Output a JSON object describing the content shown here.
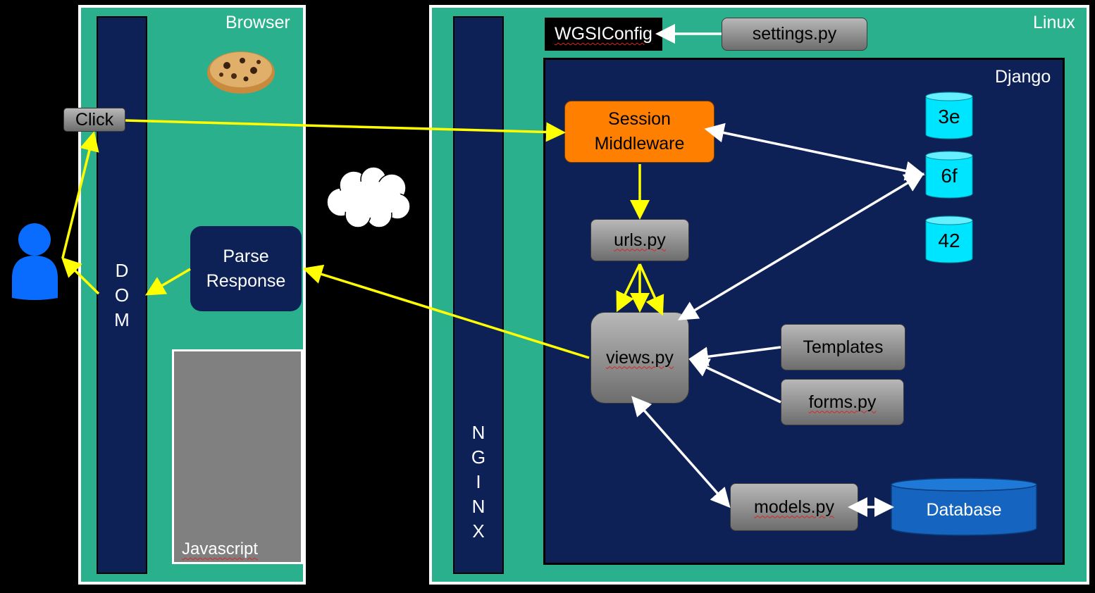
{
  "browser": {
    "label": "Browser",
    "dom_letters": [
      "D",
      "O",
      "M"
    ],
    "click_label": "Click",
    "parse_response_label": "Parse\nResponse",
    "javascript_label": "Javascript"
  },
  "linux": {
    "label": "Linux",
    "nginx_letters": [
      "N",
      "G",
      "I",
      "N",
      "X"
    ],
    "wsgi_config_label": "WGSIConfig",
    "settings_label": "settings.py",
    "django": {
      "label": "Django",
      "session_middleware_label": "Session\nMiddleware",
      "urls_label": "urls.py",
      "views_label": "views.py",
      "templates_label": "Templates",
      "forms_label": "forms.py",
      "models_label": "models.py",
      "database_label": "Database",
      "session_stores": [
        "3e",
        "6f",
        "42"
      ]
    }
  },
  "colors": {
    "panel_green": "#2bb08e",
    "navy": "#0d2157",
    "orange": "#ff8000",
    "cyan": "#00e5ff",
    "arrow_yellow": "#ffff00",
    "arrow_white": "#ffffff",
    "user_blue": "#0a6cff",
    "database_blue": "#1565c0"
  },
  "icons": [
    "cookie-icon",
    "cloud-icon",
    "user-icon"
  ]
}
